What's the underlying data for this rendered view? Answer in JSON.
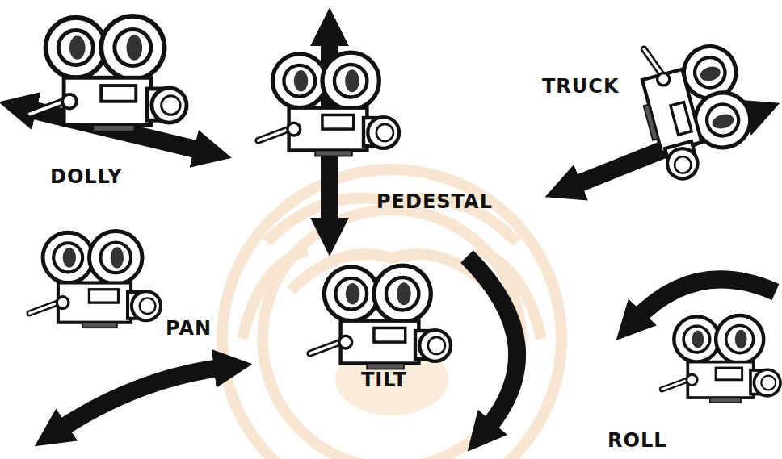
{
  "diagram": {
    "labels": [
      "DOLLY",
      "PEDESTAL",
      "TRUCK",
      "PAN",
      "TILT",
      "ROLL"
    ]
  }
}
